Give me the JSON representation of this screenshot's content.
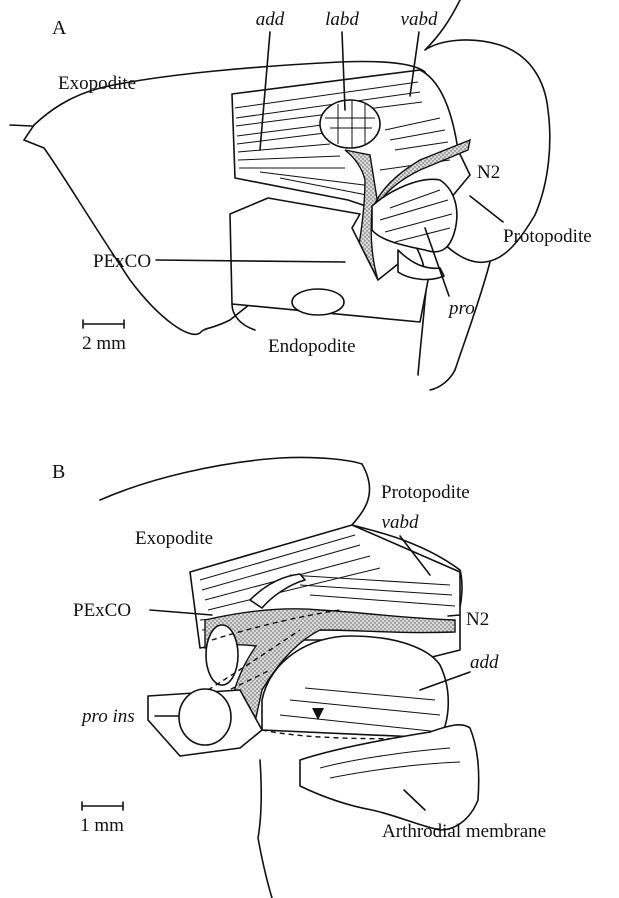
{
  "panel_a": {
    "letter": "A",
    "labels": {
      "add": "add",
      "labd": "labd",
      "vabd": "vabd",
      "exopodite": "Exopodite",
      "n2": "N2",
      "pexco": "PExCO",
      "protopodite": "Protopodite",
      "pro": "pro",
      "endopodite": "Endopodite"
    },
    "scale_bar": "2 mm"
  },
  "panel_b": {
    "letter": "B",
    "labels": {
      "vabd": "vabd",
      "protopodite": "Protopodite",
      "exopodite": "Exopodite",
      "n2": "N2",
      "pexco": "PExCO",
      "add": "add",
      "pro_ins": "pro ins",
      "arthrodial_membrane": "Arthrodial membrane"
    },
    "scale_bar": "1 mm"
  }
}
